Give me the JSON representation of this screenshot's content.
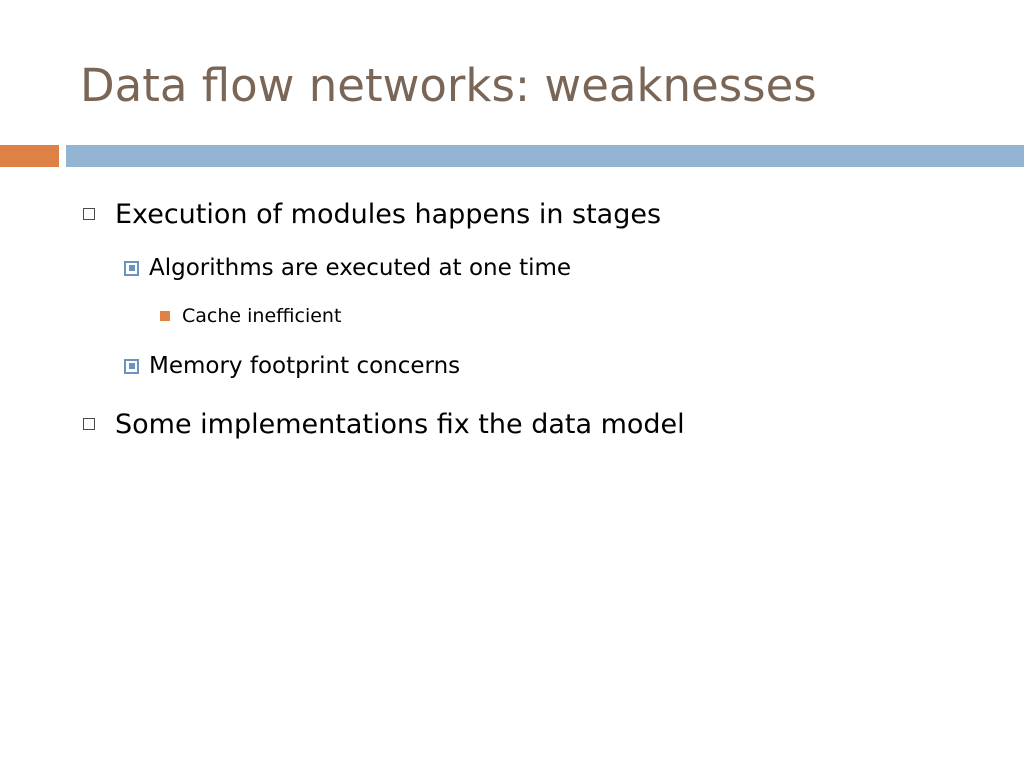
{
  "slide": {
    "title": "Data flow networks: weaknesses"
  },
  "bullets": [
    {
      "text": "Execution of modules happens in stages"
    },
    {
      "text": "Algorithms are executed at one time"
    },
    {
      "text": "Cache inefficient"
    },
    {
      "text": "Memory footprint concerns"
    },
    {
      "text": "Some implementations fix the data model"
    }
  ],
  "colors": {
    "title": "#7a6656",
    "accent_orange": "#dd8244",
    "accent_blue": "#93b4d3",
    "bullet_blue": "#6a93bf"
  },
  "icons": {
    "level1_marker": "hollow-square-icon",
    "level2_marker": "blue-square-bullet-icon",
    "level3_marker": "orange-square-bullet-icon"
  }
}
